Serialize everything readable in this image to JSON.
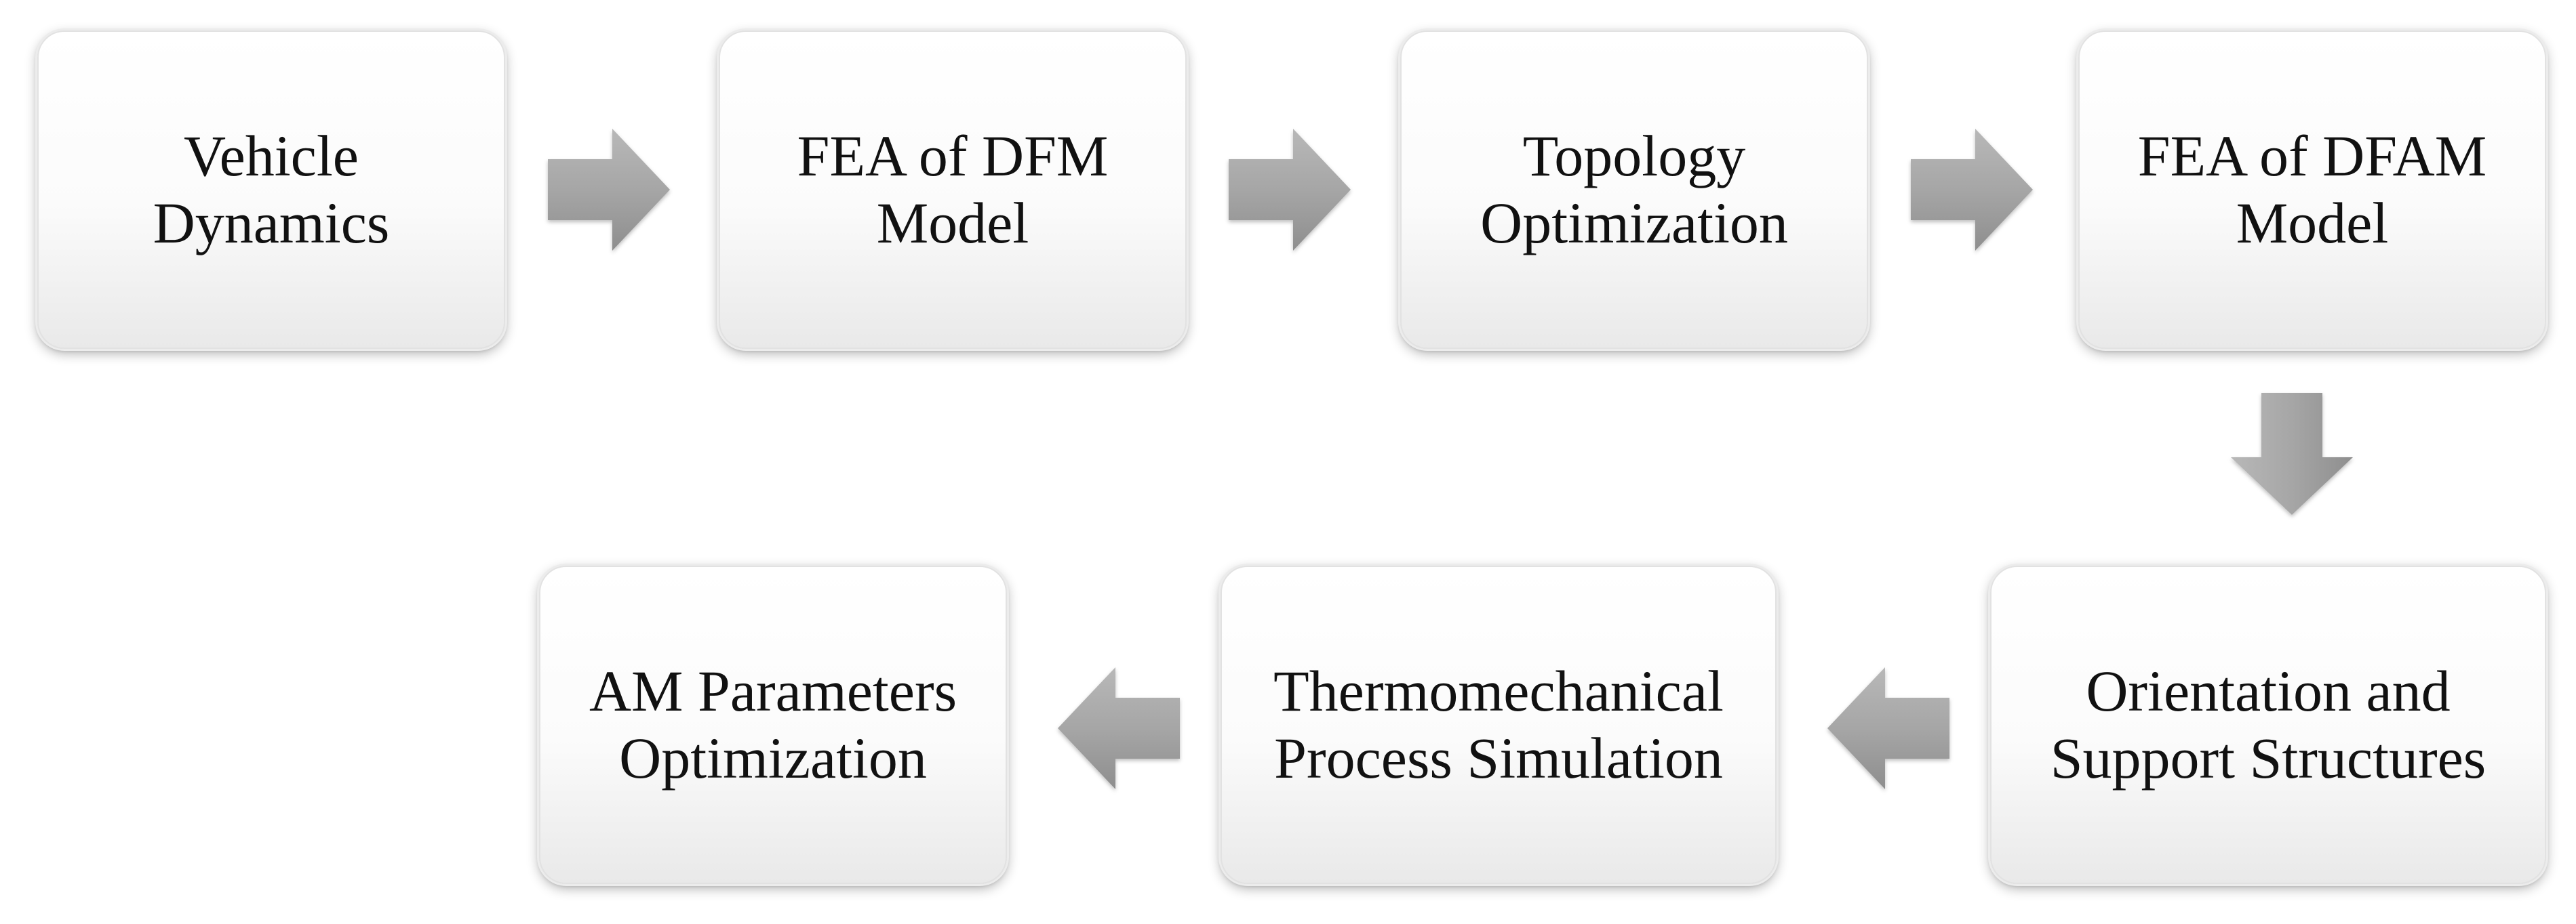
{
  "diagram": {
    "steps": [
      {
        "id": "vehicle-dynamics",
        "label": "Vehicle\nDynamics"
      },
      {
        "id": "fea-dfm-model",
        "label": "FEA of DFM\nModel"
      },
      {
        "id": "topology-optimization",
        "label": "Topology\nOptimization"
      },
      {
        "id": "fea-dfam-model",
        "label": "FEA of DFAM\nModel"
      },
      {
        "id": "orientation-support",
        "label": "Orientation and\nSupport Structures"
      },
      {
        "id": "thermomechanical-simulation",
        "label": "Thermomechanical\nProcess Simulation"
      },
      {
        "id": "am-parameters-optimization",
        "label": "AM Parameters\nOptimization"
      }
    ],
    "colors": {
      "box_top": "#ffffff",
      "box_bottom": "#e9e9e9",
      "arrow_light": "#b5b5b5",
      "arrow_dark": "#8c8c8c",
      "text": "#111111"
    }
  }
}
